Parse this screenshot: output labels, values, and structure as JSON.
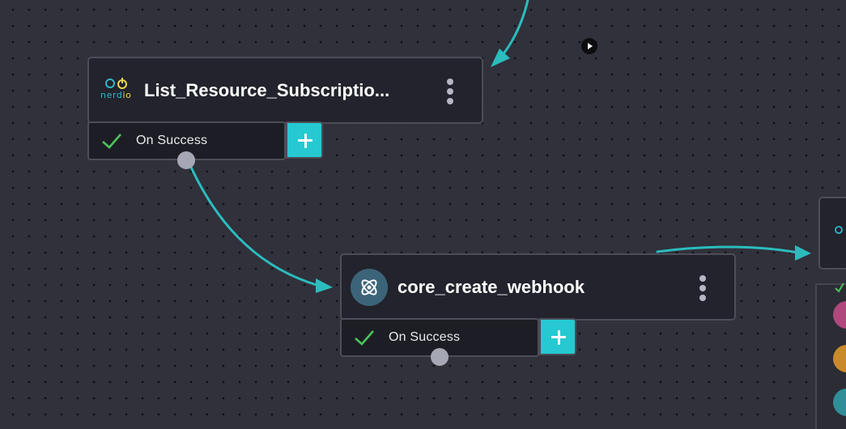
{
  "nodes": [
    {
      "title": "List_Resource_Subscriptio...",
      "icon": "nerdio-logo",
      "logo_word_prefix": "nerd",
      "logo_word_suffix": "io",
      "port_label": "On Success"
    },
    {
      "title": "core_create_webhook",
      "icon": "atom-icon",
      "port_label": "On Success"
    }
  ],
  "colors": {
    "canvas": "#30313a",
    "node_bg": "#22232c",
    "edge": "#2bbcbe",
    "add_button": "#26c9d1",
    "success_check": "#4cc45a",
    "handle": "#a6a7b4",
    "nerdio_blue": "#2fb8c8",
    "nerdio_yellow": "#e9d84a"
  },
  "side_panel_icons": [
    "branch-icon",
    "hash-icon",
    "loop-icon"
  ]
}
